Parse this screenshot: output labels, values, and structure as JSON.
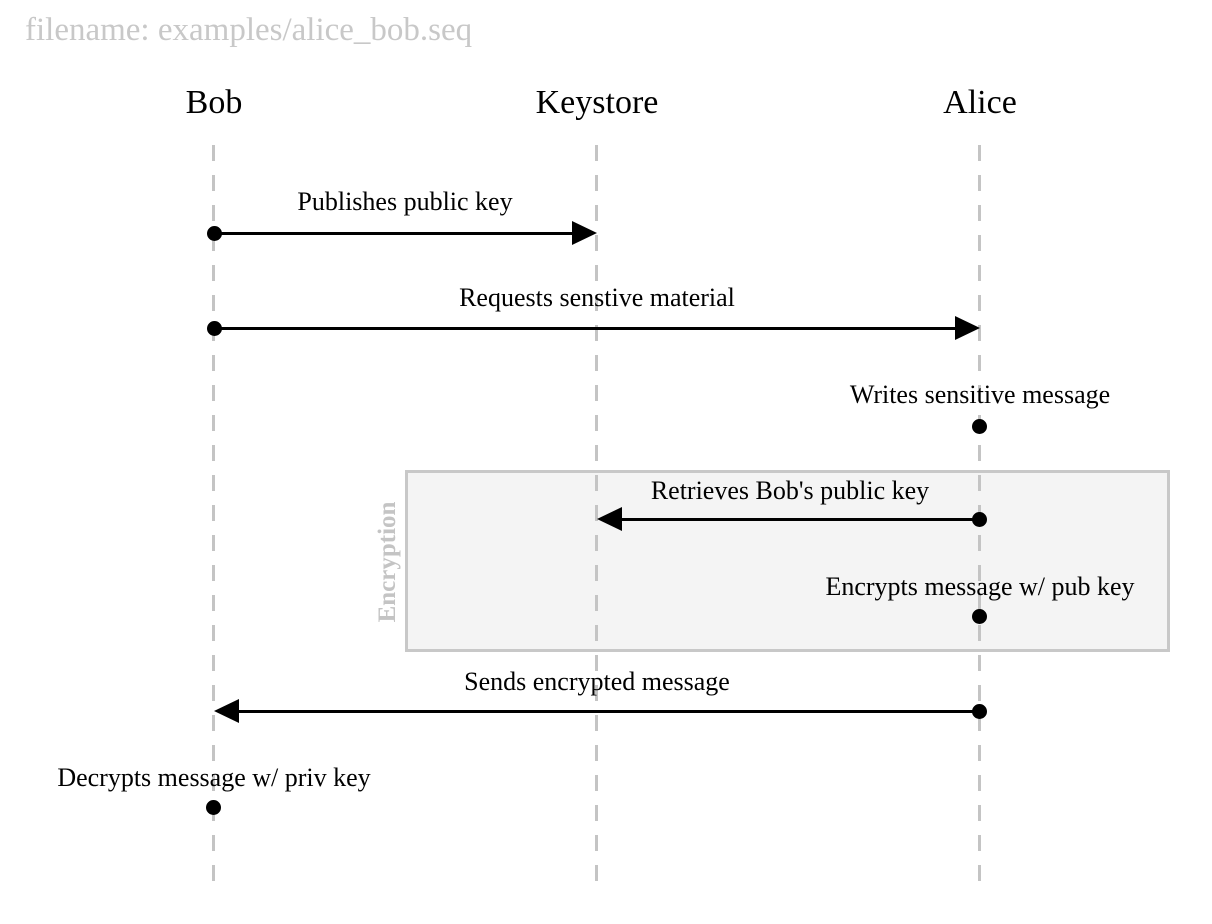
{
  "header": {
    "filename": "filename: examples/alice_bob.seq"
  },
  "actors": [
    {
      "name": "Bob"
    },
    {
      "name": "Keystore"
    },
    {
      "name": "Alice"
    }
  ],
  "fragment": {
    "label": "Encryption",
    "contains": [
      "Retrieves Bob's public key",
      "Encrypts message w/ pub key"
    ]
  },
  "messages": [
    {
      "label": "Publishes public key",
      "type": "arrow",
      "from": "Bob",
      "to": "Keystore"
    },
    {
      "label": "Requests senstive material",
      "type": "arrow",
      "from": "Bob",
      "to": "Alice"
    },
    {
      "label": "Writes sensitive message",
      "type": "note",
      "actor": "Alice"
    },
    {
      "label": "Retrieves Bob's public key",
      "type": "arrow",
      "from": "Alice",
      "to": "Keystore"
    },
    {
      "label": "Encrypts message w/ pub key",
      "type": "note",
      "actor": "Alice"
    },
    {
      "label": "Sends encrypted message",
      "type": "arrow",
      "from": "Alice",
      "to": "Bob"
    },
    {
      "label": "Decrypts message w/ priv key",
      "type": "note",
      "actor": "Bob"
    }
  ],
  "colors": {
    "text": "#000000",
    "muted": "#c4c4c4",
    "lifeline": "#c4c4c4",
    "fragment_fill": "#f4f4f4",
    "fragment_border": "#c8c8c8",
    "background": "#ffffff"
  }
}
